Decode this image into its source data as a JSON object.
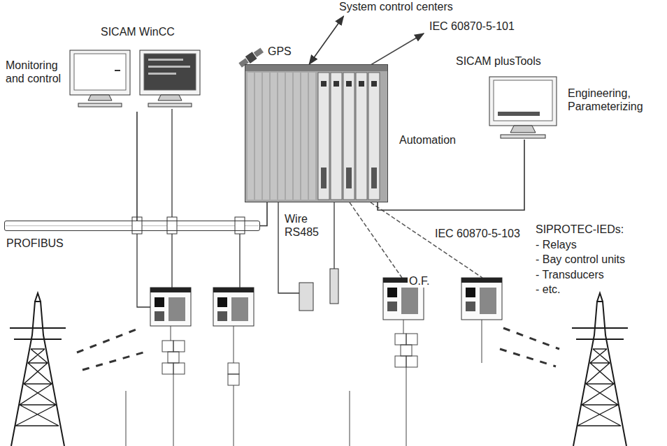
{
  "diagram": {
    "nodes": [
      {
        "text": [
          "System control centers"
        ]
      },
      {
        "text": [
          "Automation"
        ]
      },
      {
        "text": [
          "SICAM WinCC",
          "Monitoring and control"
        ]
      },
      {
        "text": [
          "SICAM plusTools",
          "Engineering, Parameterizing"
        ]
      },
      {
        "text": [
          "PROFIBUS"
        ]
      },
      {
        "text": [
          "SIPROTEC-IEDs:",
          "- Relays",
          "- Bay control units",
          "- Transducers",
          "- etc."
        ]
      }
    ],
    "edges": [
      {
        "from": 0,
        "to": 1,
        "arrow": "both"
      },
      {
        "from": 2,
        "to": 4,
        "arrow": "none"
      },
      {
        "from": 4,
        "to": 1,
        "arrow": "none"
      },
      {
        "from": 3,
        "to": 1,
        "arrow": "none"
      }
    ],
    "labels": [
      "IEC 60870-5-101",
      "GPS",
      "Wire RS485",
      "IEC 60870-5-103",
      "O.F."
    ]
  }
}
